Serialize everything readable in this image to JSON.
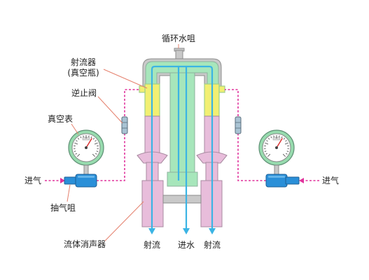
{
  "labels": {
    "circulating_water_nozzle": "循环水咀",
    "ejector_line1": "射流器",
    "ejector_line2": "(真空瓶)",
    "check_valve": "逆止阀",
    "vacuum_gauge": "真空表",
    "air_inlet_left": "进气",
    "suction_nozzle": "抽气咀",
    "fluid_silencer": "流体消声器",
    "jet_out_left": "射流",
    "water_in": "进水",
    "jet_out_right": "射流",
    "air_inlet_right": "进气"
  },
  "colors": {
    "water": "#3bb4e4",
    "header_green": "#a7e6bb",
    "venturi_yellow": "#f2ef72",
    "silencer_pink": "#e8bddb",
    "metal_gray": "#c9c9c9",
    "valve_blue": "#2a8fd8",
    "air_magenta": "#e0339c",
    "callout_red": "#e5806d",
    "gauge_ring_green": "#97dbae",
    "needle_red": "#d92b2b"
  }
}
